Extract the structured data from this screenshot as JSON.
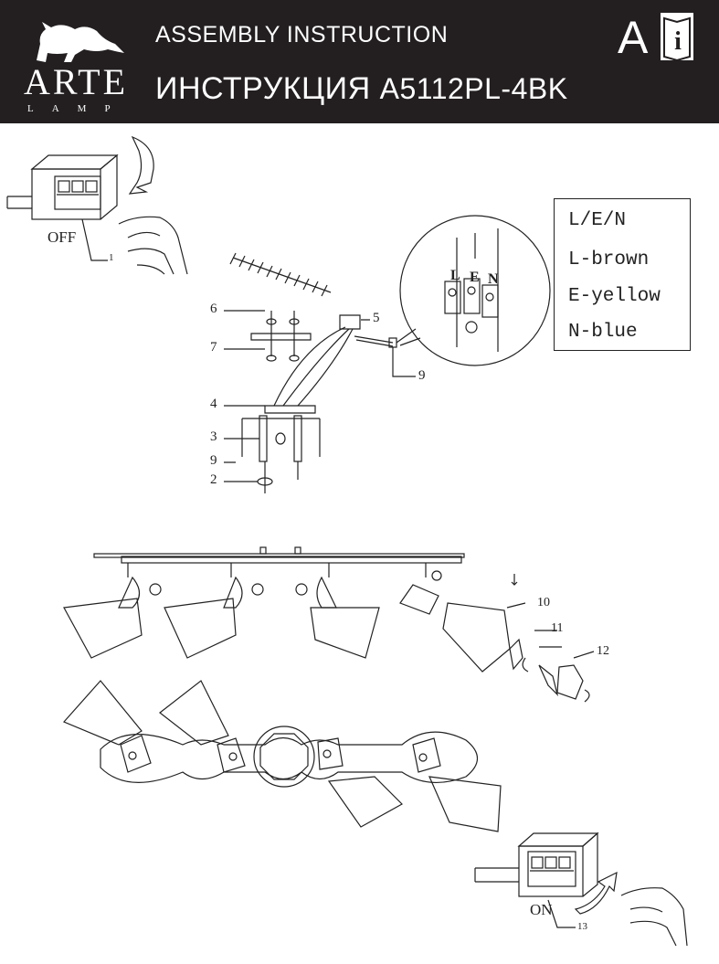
{
  "header": {
    "brand": "ARTE",
    "brand_sub": "LAMP",
    "title_en": "ASSEMBLY INSTRUCTION",
    "title_ru": "ИНСТРУКЦИЯ",
    "model": "A5112PL-4BK",
    "letter": "A",
    "book_icon": "info-book-icon"
  },
  "legend": {
    "line1": "L/E/N",
    "line2": "L-brown",
    "line3": "E-yellow",
    "line4": "N-blue"
  },
  "labels": {
    "off": "OFF",
    "on": "ON",
    "n1": "1",
    "n2": "2",
    "n3": "3",
    "n4": "4",
    "n5": "5",
    "n6": "6",
    "n7": "7",
    "n9a": "9",
    "n9b": "9",
    "n10": "10",
    "n11": "11",
    "n12": "12",
    "n13": "13"
  },
  "terminal": {
    "l": "L",
    "e": "E",
    "n": "N"
  }
}
